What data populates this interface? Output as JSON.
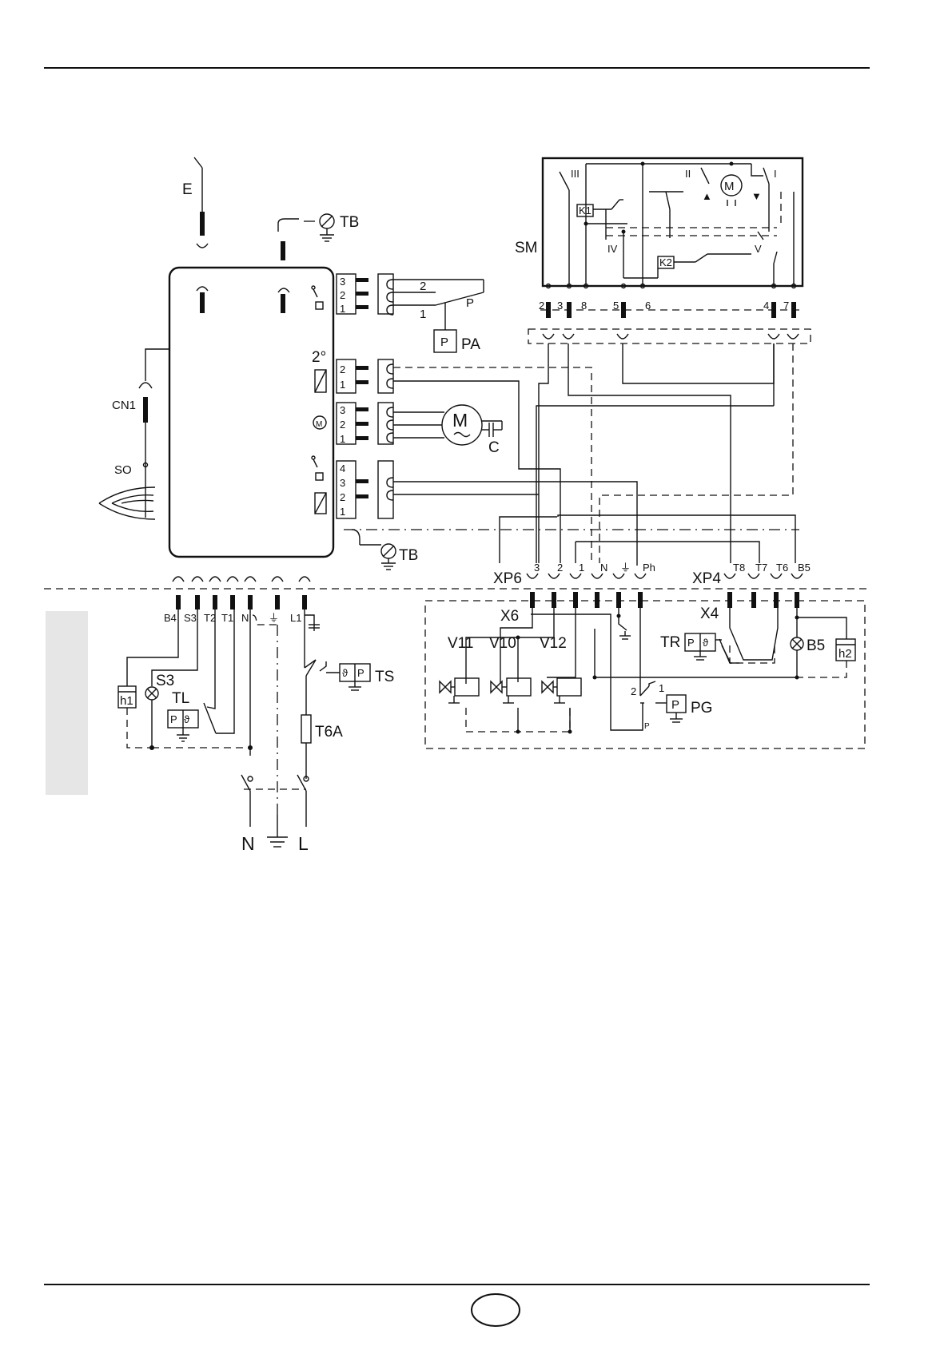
{
  "labels": {
    "E": "E",
    "TB": "TB",
    "SM": "SM",
    "PA": "PA",
    "P": "P",
    "C": "C",
    "M": "M",
    "CN1": "CN1",
    "SO": "SO",
    "XP6": "XP6",
    "X6": "X6",
    "XP4": "XP4",
    "X4": "X4",
    "TR": "TR",
    "B5": "B5",
    "h1": "h1",
    "h2": "h2",
    "S3": "S3",
    "TL": "TL",
    "TS": "TS",
    "T6A": "T6A",
    "V11": "V11",
    "V10": "V10",
    "V12": "V12",
    "PG": "PG",
    "N": "N",
    "L": "L",
    "K1": "K1",
    "K2": "K2",
    "I": "I",
    "II": "II",
    "III": "III",
    "IV": "IV",
    "V": "V",
    "stage2": "2°"
  },
  "sm_terminals": [
    "2",
    "3",
    "8",
    "5",
    "6",
    "4",
    "7"
  ],
  "xp6_terminals": [
    "3",
    "2",
    "1",
    "N",
    "⏚",
    "Ph"
  ],
  "xp4_terminals": [
    "T8",
    "T7",
    "T6",
    "B5"
  ],
  "bottom_terminals": [
    "B4",
    "S3",
    "T2",
    "T1",
    "N",
    "⏚",
    "L1"
  ],
  "connector_pins": {
    "top": [
      "3",
      "2",
      "1"
    ],
    "second_stage": [
      "2",
      "1"
    ],
    "motor": [
      "3",
      "2",
      "1"
    ],
    "valve": [
      "4",
      "3",
      "2",
      "1"
    ]
  },
  "switch_pins": {
    "p_no": "2",
    "p_nc": "1",
    "p_c": "P"
  },
  "pg_pins": {
    "a": "2",
    "b": "1",
    "c": "P"
  },
  "icons": [
    "motor-icon",
    "pressure-switch-icon",
    "solenoid-valve-icon",
    "lamp-icon",
    "earth-icon",
    "thermostat-icon",
    "fuse-icon",
    "relay-icon",
    "hour-counter-icon"
  ]
}
